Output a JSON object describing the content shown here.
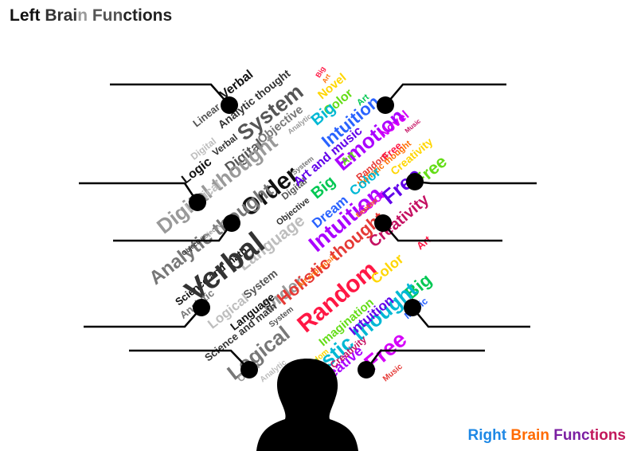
{
  "titles": {
    "left": {
      "parts": [
        {
          "text": "Left ",
          "color": "#111111"
        },
        {
          "text": "Brai",
          "color": "#333333"
        },
        {
          "text": "n",
          "color": "#9a9a9a"
        },
        {
          "text": " Fun",
          "color": "#555555"
        },
        {
          "text": "ctions",
          "color": "#222222"
        }
      ]
    },
    "right": {
      "parts": [
        {
          "text": "Right ",
          "color": "#1e88e5"
        },
        {
          "text": "Brain ",
          "color": "#ff6a00"
        },
        {
          "text": "Func",
          "color": "#7b1fa2"
        },
        {
          "text": "tions",
          "color": "#c2185b"
        }
      ]
    }
  },
  "colors": {
    "silhouette": "#000000",
    "leader_lines": "#000000",
    "left_words": [
      "#111111",
      "#333333",
      "#555555",
      "#777777",
      "#999999",
      "#bdbdbd"
    ],
    "right_words": [
      "#ff1744",
      "#ff6d00",
      "#ffd600",
      "#64dd17",
      "#00c853",
      "#00b8d4",
      "#2962ff",
      "#6200ea",
      "#aa00ff",
      "#d500f9",
      "#c51162",
      "#e53935"
    ]
  },
  "left_words": [
    "Verbal",
    "Analytic thought",
    "System",
    "Objective",
    "Analytic",
    "Digital",
    "Logic",
    "Verbal",
    "Digital",
    "System",
    "Digital thought",
    "Logical",
    "Order",
    "Objective",
    "Digital",
    "Analytic thought",
    "Objective",
    "Language",
    "Science and math",
    "Verbal",
    "System",
    "Analytic",
    "Order",
    "Logical",
    "Language",
    "Science and math",
    "System",
    "Logical",
    "Order",
    "Analytic",
    "Logic",
    "Objective",
    "Linear"
  ],
  "right_words": [
    "Big",
    "Art",
    "Novel",
    "Color",
    "Art",
    "Big",
    "Intuition",
    "Art and music",
    "Emotion",
    "Novel",
    "Music",
    "Random",
    "Free",
    "Holistic thought",
    "Creativity",
    "Art",
    "Big",
    "Color",
    "Dream",
    "Free",
    "Intuition",
    "Color",
    "Creativity",
    "Holistic thought",
    "Random",
    "Art and music",
    "Color",
    "Imagination",
    "Big",
    "Holistic thought",
    "Music",
    "Intuition",
    "Creative",
    "Free",
    "Creativity",
    "Music",
    "Art",
    "Emotion",
    "Random",
    "Free"
  ]
}
